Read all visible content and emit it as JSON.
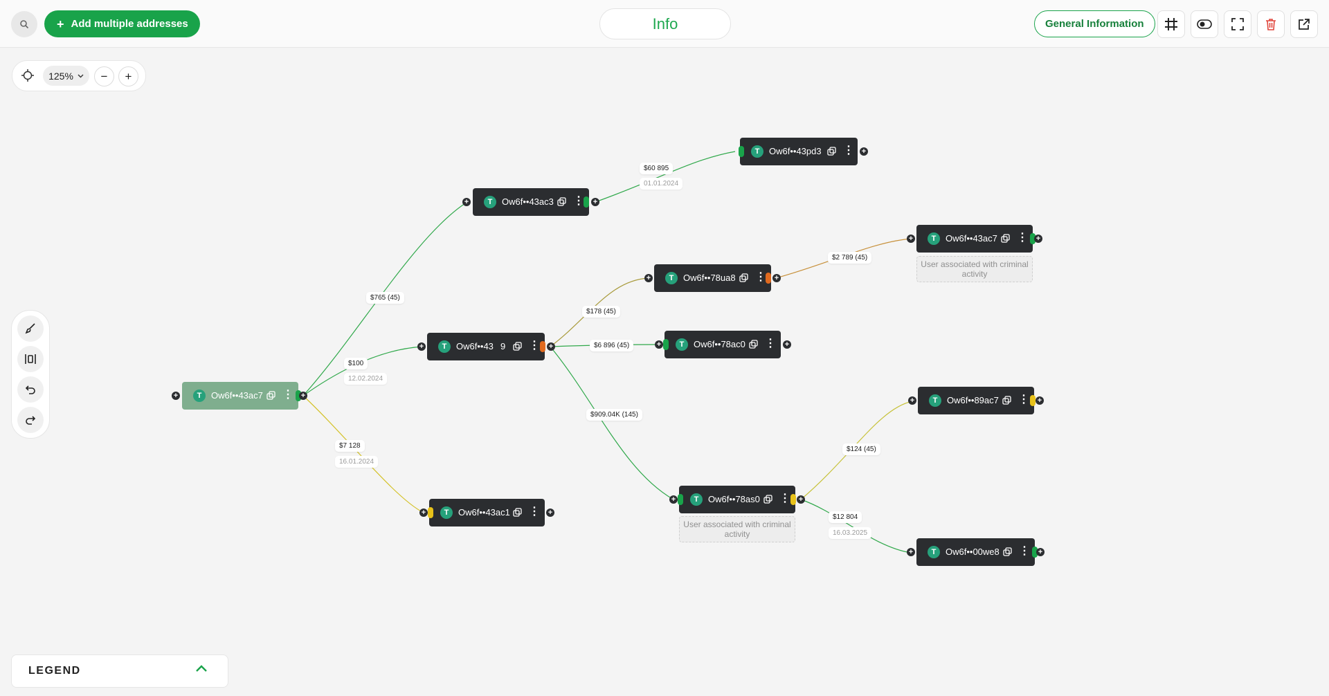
{
  "header": {
    "add_button_label": "Add multiple addresses",
    "info_label": "Info",
    "general_info_label": "General Information"
  },
  "zoom": {
    "level": "125%"
  },
  "legend": {
    "title": "LEGEND"
  },
  "nodes": {
    "n1": {
      "address": "Ow6f••43ac7"
    },
    "n2": {
      "address": "Ow6f••43ac3"
    },
    "n3": {
      "address": "Ow6f••43pd3"
    },
    "n4": {
      "address": "Ow6f••43",
      "count": "9"
    },
    "n5": {
      "address": "Ow6f••78ua8"
    },
    "n6": {
      "address": "Ow6f••43ac7",
      "note": "User associated with criminal activity"
    },
    "n7": {
      "address": "Ow6f••78ac0"
    },
    "n8": {
      "address": "Ow6f••43ac1"
    },
    "n9": {
      "address": "Ow6f••78as0",
      "note": "User associated with criminal activity"
    },
    "n10": {
      "address": "Ow6f••89ac7"
    },
    "n11": {
      "address": "Ow6f••00we8"
    }
  },
  "edges": {
    "e1": {
      "amount": "$765 (45)"
    },
    "e2": {
      "amount": "$100",
      "date": "12.02.2024"
    },
    "e3": {
      "amount": "$7 128",
      "date": "16.01.2024"
    },
    "e4": {
      "amount": "$60 895",
      "date": "01.01.2024"
    },
    "e5": {
      "amount": "$178 (45)"
    },
    "e6": {
      "amount": "$6 896 (45)"
    },
    "e7": {
      "amount": "$909.04K (145)"
    },
    "e8": {
      "amount": "$2 789 (45)"
    },
    "e9": {
      "amount": "$124 (45)"
    },
    "e10": {
      "amount": "$12 804",
      "date": "16.03.2025"
    }
  },
  "colors": {
    "accent": "#19a34a",
    "node": "#2b2d30",
    "origin_node": "#7fae8e",
    "warning": "#e8c21a",
    "danger_orange": "#e06a1f"
  }
}
